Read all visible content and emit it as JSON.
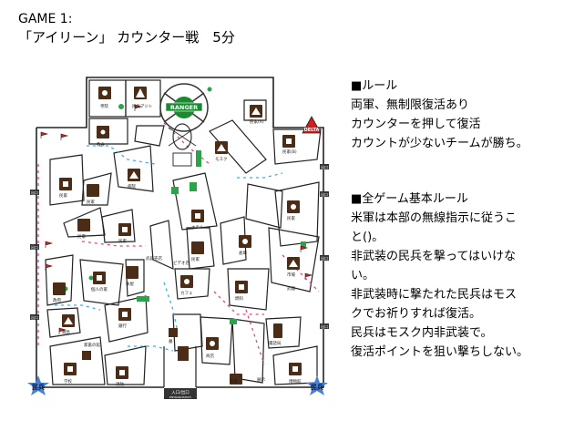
{
  "header": {
    "game": "GAME 1:",
    "title": "「アイリーン」 カウンター戦　5分"
  },
  "map": {
    "markers": {
      "ranger": "RANGER",
      "delta": "DELTA",
      "civilian_left": "民兵",
      "civilian_right": "民兵",
      "entrance": "入口/出口",
      "entrance_sub": "ENTRANCE/EXIT"
    },
    "rooms": [
      {
        "id": "r1",
        "label": "寺院"
      },
      {
        "id": "r2",
        "label": "民兵アジト"
      },
      {
        "id": "r3",
        "label": "教会"
      },
      {
        "id": "r4",
        "label": "民家(A)"
      },
      {
        "id": "r5",
        "label": "民家(B)"
      },
      {
        "id": "r6",
        "label": "モスク"
      },
      {
        "id": "r7",
        "label": "民家"
      },
      {
        "id": "r8",
        "label": "民家"
      },
      {
        "id": "r9",
        "label": "病院"
      },
      {
        "id": "r10",
        "label": "民家"
      },
      {
        "id": "r11",
        "label": "ホテル"
      },
      {
        "id": "r12",
        "label": "民家"
      },
      {
        "id": "r13",
        "label": "民家"
      },
      {
        "id": "r14",
        "label": "倉庫"
      },
      {
        "id": "r15",
        "label": "民家"
      },
      {
        "id": "r16",
        "label": "カフェ"
      },
      {
        "id": "r17",
        "label": "燃料"
      },
      {
        "id": "r18",
        "label": "市場"
      },
      {
        "id": "r19",
        "label": "武器"
      },
      {
        "id": "r20",
        "label": "政府"
      },
      {
        "id": "r21",
        "label": "個人の家"
      },
      {
        "id": "r22",
        "label": "本屋"
      },
      {
        "id": "r23",
        "label": "救急"
      },
      {
        "id": "r24",
        "label": "ビデオ店"
      },
      {
        "id": "r25",
        "label": "武器売店"
      },
      {
        "id": "r26",
        "label": "銀行"
      },
      {
        "id": "r27",
        "label": "学校"
      },
      {
        "id": "r28",
        "label": "消防"
      },
      {
        "id": "r29",
        "label": "商店"
      },
      {
        "id": "r30",
        "label": "電話局"
      },
      {
        "id": "r31",
        "label": "駐車"
      },
      {
        "id": "r32",
        "label": "家畜の館"
      },
      {
        "id": "r33",
        "label": "墓"
      },
      {
        "id": "r34",
        "label": "展示"
      },
      {
        "id": "r35",
        "label": "博物館"
      }
    ],
    "exits": [
      "出口",
      "出口",
      "出口",
      "出口",
      "出口",
      "出口",
      "出口"
    ]
  },
  "rules": {
    "section1_heading": "■ルール",
    "section1_lines": [
      "両軍、無制限復活あり",
      "カウンターを押して復活",
      "カウントが少ないチームが勝ち。"
    ],
    "section2_heading": "■全ゲーム基本ルール",
    "section2_lines": [
      "米軍は本部の無線指示に従うこ",
      "と()。",
      "非武装の民兵を撃ってはいけな",
      "い。",
      "非武装時に撃たれた民兵はモス",
      "クでお祈りすれば復活。",
      "民兵はモスク内非武装で。",
      "復活ポイントを狙い撃ちしない。"
    ]
  },
  "colors": {
    "ranger": "#1a8a2e",
    "delta": "#cc1f1f",
    "building": "#4a2c17",
    "star": "#4a7fd6",
    "flag": "#e01818",
    "green_block": "#2ca24a"
  }
}
